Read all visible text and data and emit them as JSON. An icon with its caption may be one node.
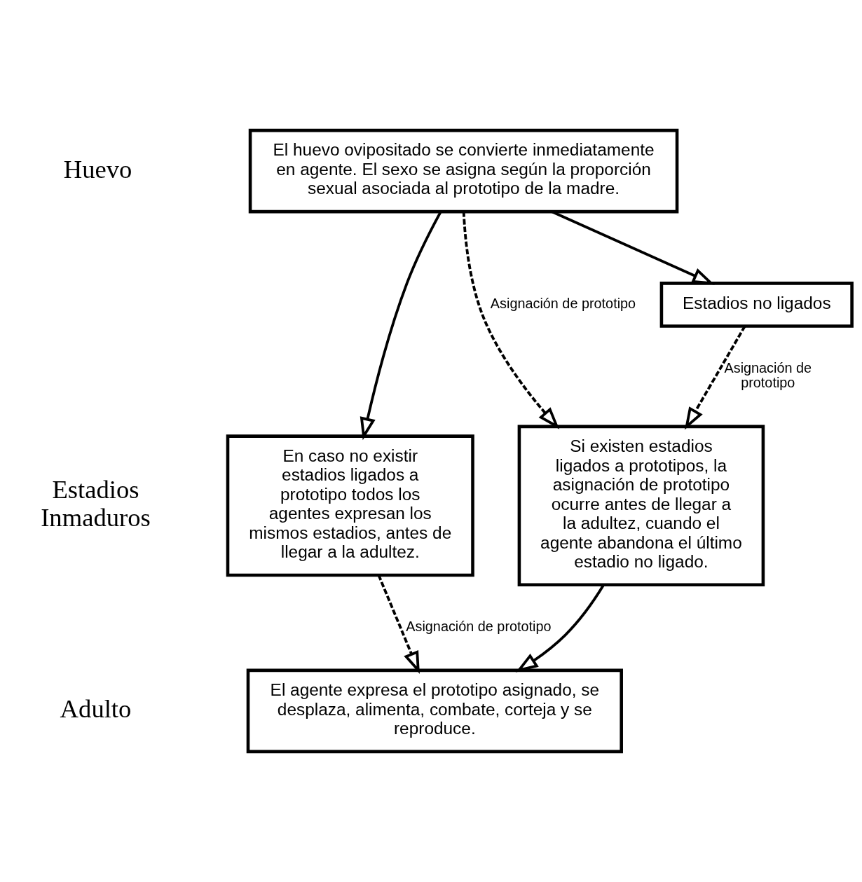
{
  "diagram": {
    "nodes": [
      {
        "text": [
          "El huevo ovipositado se convierte inmediatamente en agente. El sexo se asigna según la proporción sexual asociada al prototipo de la madre."
        ]
      },
      {
        "text": [
          "Estadios no ligados"
        ]
      },
      {
        "text": [
          "Si existen estadios ligados a prototipos, la asignación de prototipo ocurre antes de llegar a la adultez, cuando el agente abandona el último estadio no ligado."
        ]
      },
      {
        "text": [
          "En caso no existir estadios ligados a prototipo todos los agentes expresan los mismos estadios, antes de llegar a la adultez."
        ]
      },
      {
        "text": [
          "El agente expresa el prototipo asignado, se desplaza, alimenta, combate, corteja y se reproduce."
        ]
      }
    ],
    "edges": [
      {
        "from": 0,
        "to": 3,
        "arrow": "to"
      },
      {
        "from": 0,
        "to": 1,
        "arrow": "to"
      },
      {
        "from": 0,
        "to": 2,
        "arrow": "to",
        "label": "Asignación de prototipo",
        "style": "dashed"
      },
      {
        "from": 1,
        "to": 2,
        "arrow": "to",
        "label": "Asignación de prototipo",
        "style": "dashed"
      },
      {
        "from": 3,
        "to": 4,
        "arrow": "to",
        "label": "Asignación de prototipo",
        "style": "dashed"
      },
      {
        "from": 2,
        "to": 4,
        "arrow": "to"
      }
    ],
    "labels": [
      "Huevo",
      "Estadios Inmaduros",
      "Adulto"
    ]
  }
}
